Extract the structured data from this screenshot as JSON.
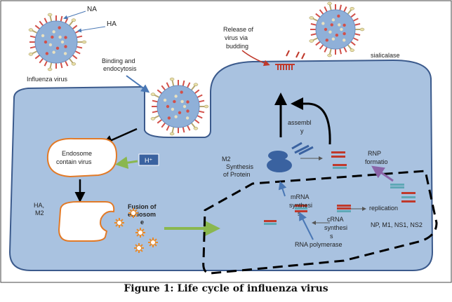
{
  "labels": {
    "na": "NA",
    "ha": "HA",
    "influenza_virus": "Influenza virus",
    "binding_line1": "Binding and",
    "binding_line2": "endocytosis",
    "release_line1": "Release of",
    "release_line2": "virus via",
    "release_line3": "budding",
    "sialicalase": "sialicalase",
    "assembly_line1": "assembl",
    "assembly_line2": "y",
    "endosome_line1": "Endosome",
    "endosome_line2": "contain virus",
    "h_plus": "H⁺",
    "ha_m2_line1": "HA,",
    "ha_m2_line2": "M2",
    "fusion_line1": "Fusion of",
    "fusion_line2": "endosom",
    "fusion_line3": "e",
    "m2_line1": "M2",
    "m2_line2": "Synthesis",
    "m2_line3": "of Protein",
    "rnp_line1": "RNP",
    "rnp_line2": "formatio",
    "rnp_line3": "n",
    "mrna_line1": "mRNA",
    "mrna_line2": "synthesi",
    "mrna_line3": "s",
    "replication": "replication",
    "crna_line1": "cRNA",
    "crna_line2": "synthesi",
    "crna_line3": "s",
    "rna_polymerase": "RNA polymerase",
    "np_m1": "NP, M1, NS1, NS2"
  },
  "caption": "Figure 1: Life cycle of influenza virus",
  "colors": {
    "cell_fill": "#a9c2e0",
    "cell_stroke": "#3b5a8c",
    "virus_core": "#8fb0d8",
    "spike_red": "#d2504a",
    "spike_cream": "#e8dfa8",
    "arrow_blue": "#4a78b5",
    "arrow_green": "#8ab74f",
    "arrow_purple": "#8a64a8",
    "endosome_stroke": "#e27a27",
    "fusion_star": "#e88a2a"
  }
}
